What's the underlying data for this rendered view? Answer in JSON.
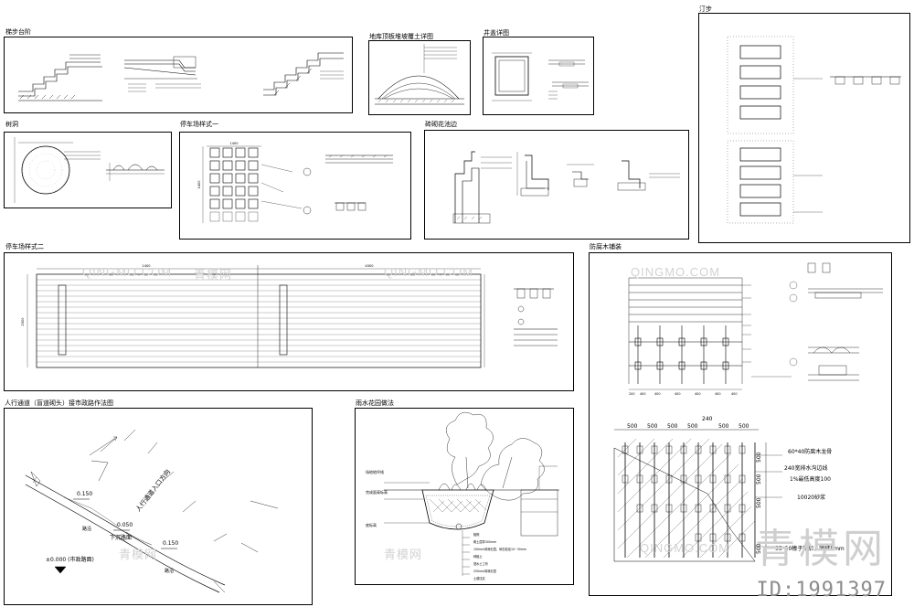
{
  "titles": {
    "steps": "梯步台阶",
    "roof": "地库顶板堆坡覆土详图",
    "manhole": "井盖详图",
    "stepping": "汀步",
    "tree_pit": "树洞",
    "parking1": "停车场样式一",
    "planter": "砖砌花池边",
    "parking2": "停车场样式二",
    "deck": "防腐木铺装",
    "ramp": "人行通道（盲道砌头）接市政路作法图",
    "rain": "雨水花园做法"
  },
  "parking1": {
    "width_dim": "1400",
    "height_dim": "1400"
  },
  "parking2": {
    "dim_a": "1400",
    "dim_b": "4000",
    "dim_side": "2500"
  },
  "ramp": {
    "elev1": "0.150",
    "elev2": "0.050",
    "elev3": "0.150",
    "entrance": "人行通道入口方向",
    "slope": "下沉路面",
    "datum": "±0.000 (市政路面)",
    "road1": "路沿",
    "road2": "路沿"
  },
  "deck": {
    "dims_top": [
      "500",
      "500",
      "500",
      "500",
      "500",
      "500"
    ],
    "dim_center": "240",
    "dims_side": [
      "500",
      "500",
      "500",
      "500"
    ],
    "notes": [
      "60*40防腐木龙骨",
      "240宽排水沟边线",
      "1%最低高度100",
      "10020砂浆",
      "95*50椽子轮廓，固缝5mm"
    ],
    "small_dims": [
      "200",
      "400",
      "400",
      "400",
      "400",
      "400",
      "400"
    ]
  },
  "rain": {
    "labels": [
      "场地地坪线",
      "完成面高标高",
      "底标高"
    ],
    "legend": [
      "植物",
      "覆土层厚300mm",
      "100mm厚砾石层，砾石粒径10~30mm",
      "种植土",
      "透水土工布",
      "250mm厚砾石层",
      "土壤压实"
    ]
  },
  "watermark": {
    "brand": "青模网",
    "id": "ID:1991397",
    "site": "QINGMO.COM",
    "site_cn": "青模网"
  }
}
